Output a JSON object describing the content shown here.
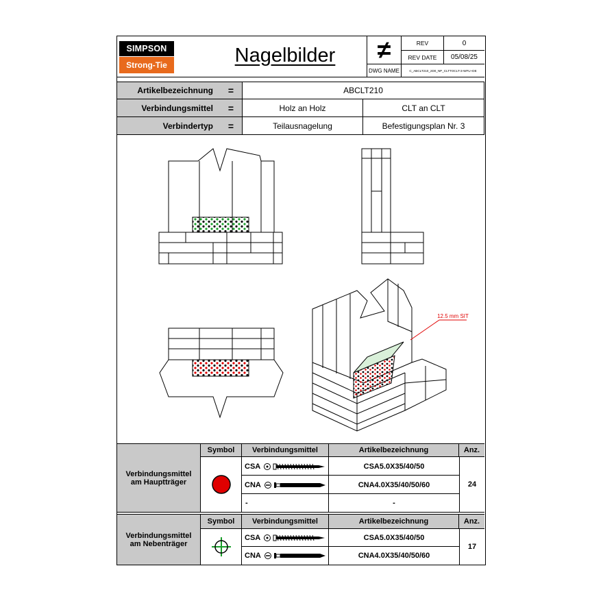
{
  "header": {
    "logo_top": "SIMPSON",
    "logo_bottom": "Strong-Tie",
    "title": "Nagelbilder",
    "not_equal_symbol": "≠",
    "rev_label": "REV",
    "rev_value": "0",
    "rev_date_label": "REV DATE",
    "rev_date_value": "05/08/25",
    "dwg_name_label": "DWG NAME",
    "dwg_name_value": "C_ABCLT210_2D0_NP_CLTTOCLT-3-WFU~DE"
  },
  "info": {
    "rows": [
      {
        "label": "Artikelbezeichnung",
        "eq": "=",
        "value1": "ABCLT210",
        "value2": ""
      },
      {
        "label": "Verbindungsmittel",
        "eq": "=",
        "value1": "Holz an Holz",
        "value2": "CLT an CLT"
      },
      {
        "label": "Verbindertyp",
        "eq": "=",
        "value1": "Teilausnagelung",
        "value2": "Befestigungsplan Nr. ",
        "value2_num": "3"
      }
    ]
  },
  "drawing": {
    "annotation": "12.5 mm SIT",
    "colors": {
      "green": "#1a9e2a",
      "red": "#e00000",
      "black": "#000000"
    }
  },
  "table_main": {
    "section_label": "Verbindungsmittel am Hauptträger",
    "headers": {
      "symbol": "Symbol",
      "fastener": "Verbindungsmittel",
      "article": "Artikelbezeichnung",
      "qty": "Anz."
    },
    "symbol_icon": "red-filled-circle-icon",
    "rows": [
      {
        "type": "CSA",
        "article": "CSA5.0X35/40/50"
      },
      {
        "type": "CNA",
        "article": "CNA4.0X35/40/50/60"
      },
      {
        "type": "-",
        "article": "-"
      }
    ],
    "qty": "24"
  },
  "table_secondary": {
    "section_label": "Verbindungsmittel am Nebenträger",
    "headers": {
      "symbol": "Symbol",
      "fastener": "Verbindungsmittel",
      "article": "Artikelbezeichnung",
      "qty": "Anz."
    },
    "symbol_icon": "green-crosshair-icon",
    "rows": [
      {
        "type": "CSA",
        "article": "CSA5.0X35/40/50"
      },
      {
        "type": "CNA",
        "article": "CNA4.0X35/40/50/60"
      }
    ],
    "qty": "17"
  }
}
